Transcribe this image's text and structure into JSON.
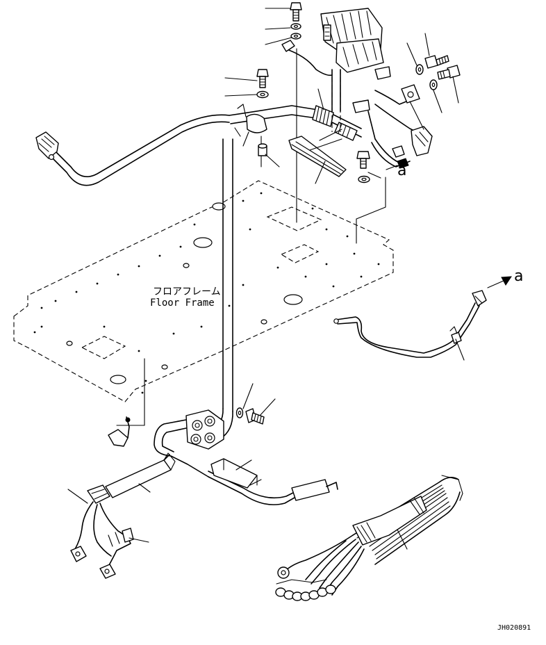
{
  "diagram": {
    "frame_label_jp": "フロアフレーム",
    "frame_label_en": "Floor Frame",
    "view_marker_left": "a",
    "view_marker_right": "a",
    "drawing_code": "JH020891"
  }
}
